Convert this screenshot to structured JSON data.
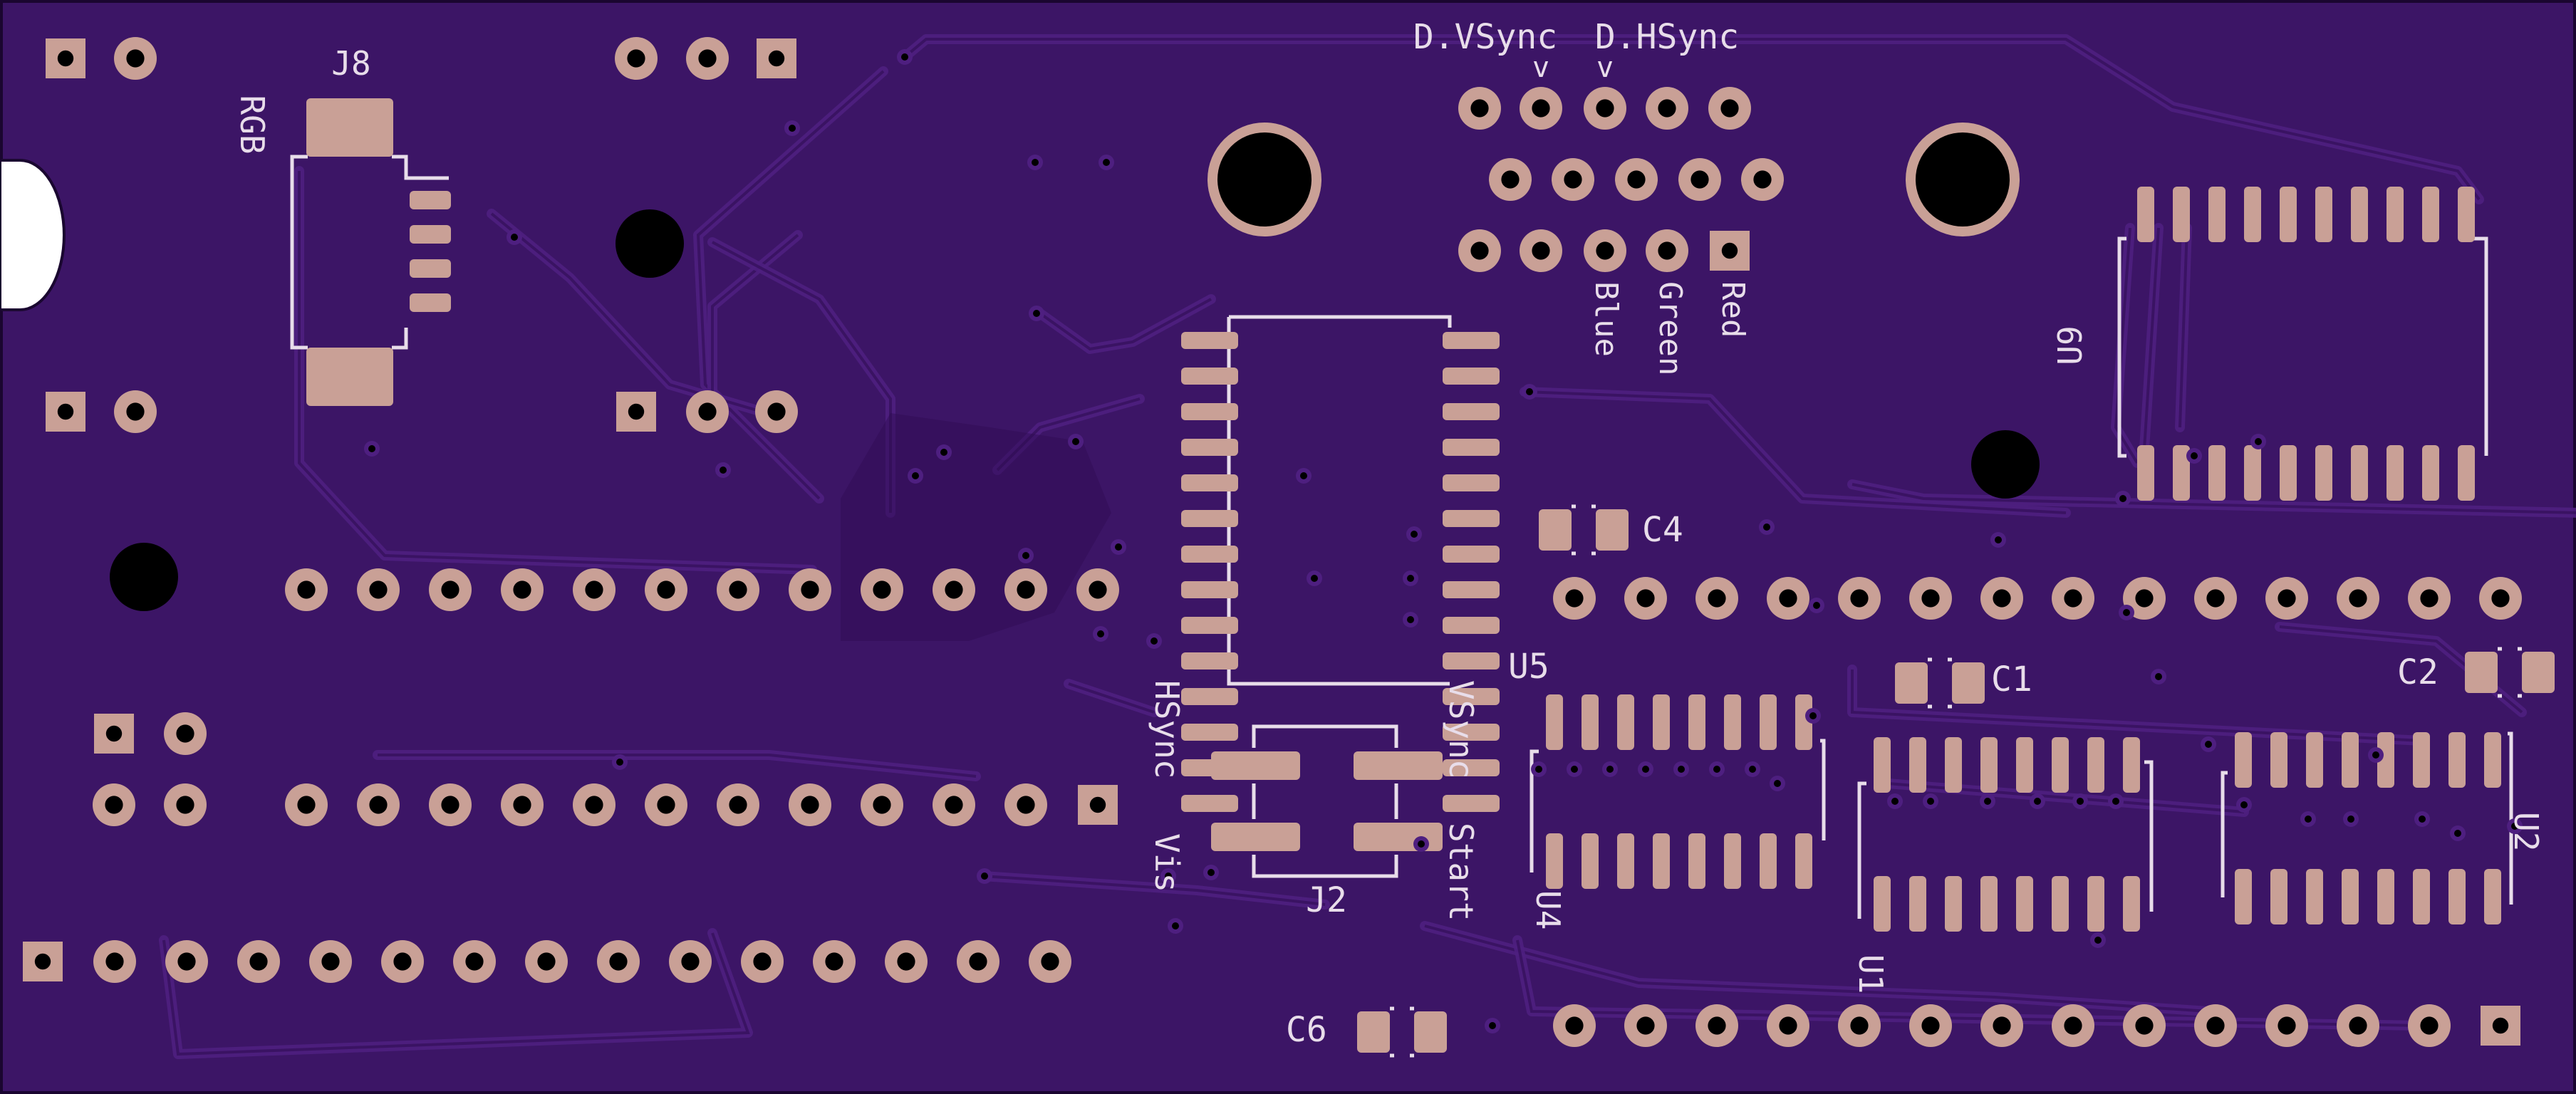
{
  "board": {
    "colors": {
      "board_fill": "#3c1566",
      "board_edge": "#1a0630",
      "trace": "#4e1f80",
      "trace_dark": "#2e0c52",
      "pad": "#c9a096",
      "silkscreen": "#e8ddea",
      "drill": "#000000",
      "cutout": "#ffffff"
    }
  },
  "labels": {
    "j8": "J8",
    "rgb": "RGB",
    "d_vsync": "D.VSync",
    "d_hsync": "D.HSync",
    "v1": "v",
    "v2": "v",
    "blue": "Blue",
    "green": "Green",
    "red": "Red",
    "u9": "U9",
    "c4": "C4",
    "u5": "U5",
    "c1": "C1",
    "c2": "C2",
    "hsync": "HSync",
    "vsync": "VSync",
    "start": "Start",
    "vis": "Vis",
    "j2": "J2",
    "u4": "U4",
    "u1": "U1",
    "u2": "U2",
    "c6": "C6"
  }
}
